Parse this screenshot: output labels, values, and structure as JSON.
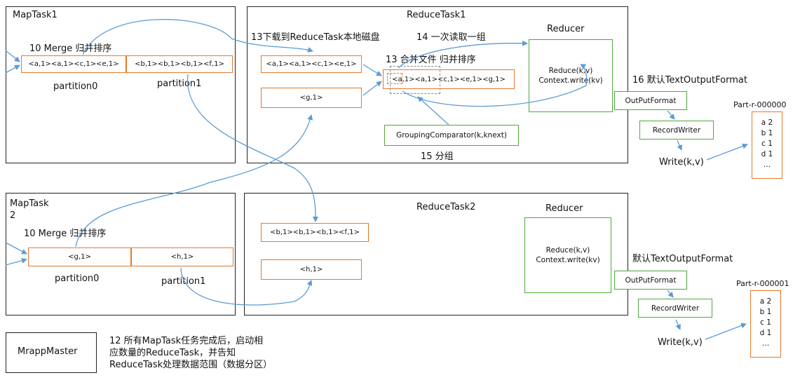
{
  "map_task1": {
    "title": "MapTask1",
    "merge_label": "10 Merge 归并排序",
    "partition0_content": "<a,1><a,1><c,1><e,1>",
    "partition1_content": "<b,1><b,1><b,1><f,1>",
    "partition0_label": "partition0",
    "partition1_label": "partition1"
  },
  "map_task2": {
    "title": "MapTask\n2",
    "merge_label": "10 Merge 归并排序",
    "partition0_content": "<g,1>",
    "partition1_content": "<h,1>",
    "partition0_label": "partition0",
    "partition1_label": "partition1"
  },
  "reduce_task1": {
    "title": "ReduceTask1",
    "download_label": "13下载到ReduceTask本地磁盘",
    "read_group_label": "14 一次读取一组",
    "merge_files_label": "13 合并文件 归并排序",
    "box1": "<a,1><a,1><c,1><e,1>",
    "box2": "<g,1>",
    "merged": "<a,1><a,1><c,1><e,1><g,1>",
    "grouping": "GroupingComparator(k,knext)",
    "grouping_label": "15 分组",
    "reducer_title": "Reducer",
    "reducer_body": "Reduce(k,v)\nContext.write(kv)"
  },
  "reduce_task2": {
    "title": "ReduceTask2",
    "box1": "<b,1><b,1><b,1><f,1>",
    "box2": "<h,1>",
    "reducer_title": "Reducer",
    "reducer_body": "Reduce(k,v)\nContext.write(kv)"
  },
  "output1": {
    "format_label": "16 默认TextOutputFormat",
    "outputformat": "OutPutFormat",
    "recordwriter": "RecordWriter",
    "write": "Write(k,v)",
    "file_name": "Part-r-000000",
    "file_lines": [
      "a 2",
      "b 1",
      "c 1",
      "d 1",
      "…"
    ]
  },
  "output2": {
    "format_label": "默认TextOutputFormat",
    "outputformat": "OutPutFormat",
    "recordwriter": "RecordWriter",
    "write": "Write(k,v)",
    "file_name": "Part-r-000001",
    "file_lines": [
      "a 2",
      "b 1",
      "c 1",
      "d 1",
      "…"
    ]
  },
  "master": {
    "title": "MrappMaster",
    "note": "12 所有MapTask任务完成后，启动相\n应数量的ReduceTask，并告知\nReduceTask处理数据范围（数据分区）"
  },
  "colors": {
    "orange": "#e6782a",
    "green": "#4fa83d",
    "arrow": "#5b9bd5"
  }
}
